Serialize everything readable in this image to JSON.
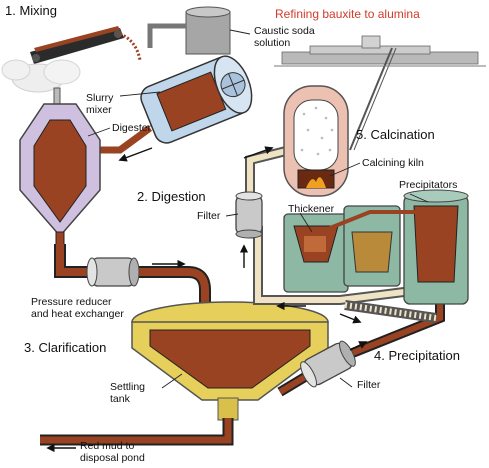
{
  "title": "Refining bauxite to alumina",
  "stages": {
    "mixing": "1. Mixing",
    "digestion": "2. Digestion",
    "clarification": "3. Clarification",
    "precipitation": "4. Precipitation",
    "calcination": "5. Calcination"
  },
  "parts": {
    "caustic_soda": "Caustic soda\nsolution",
    "slurry_mixer": "Slurry\nmixer",
    "digester": "Digester",
    "calcining_kiln": "Calcining kiln",
    "filter_upper": "Filter",
    "thickener": "Thickener",
    "precipitators": "Precipitators",
    "pressure_reducer": "Pressure reducer\nand heat exchanger",
    "settling_tank": "Settling\ntank",
    "filter_lower": "Filter",
    "red_mud": "Red mud to\ndisposal pond"
  },
  "colors": {
    "title": "#d23a2a",
    "slurry": "#9a4322",
    "pipe_light": "#efe3c4",
    "tank_purple": "#cfc0e0",
    "tank_blue": "#c0d6ea",
    "tank_green": "#8cb8a4",
    "tank_yellow": "#e6cf5a",
    "kiln_pink": "#edc1b2"
  }
}
